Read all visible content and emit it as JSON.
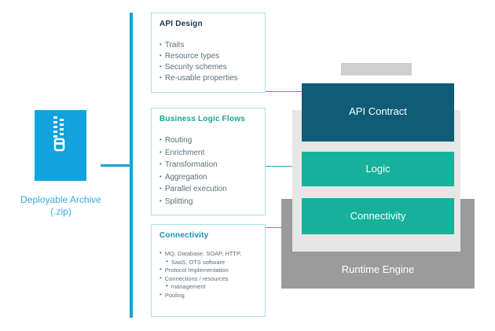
{
  "archive": {
    "label_line1": "Deployable Archive",
    "label_line2": "(.zip)",
    "icon": "zip-file-icon"
  },
  "info_boxes": {
    "api_design": {
      "title": "API Design",
      "items": [
        "Traits",
        "Resource types",
        "Security schemes",
        "Re-usable properties"
      ]
    },
    "business_logic": {
      "title": "Business Logic Flows",
      "items": [
        "Routing",
        "Enrichment",
        "Transformation",
        "Aggregation",
        "Parallel execution",
        "Splitting"
      ]
    },
    "connectivity": {
      "title": "Connectivity",
      "items": [
        "MQ, Database, SOAP, HTTP,",
        "SaaS, OTS software",
        "Protocol Implementation",
        "Connections / resources",
        "management",
        "Pooling"
      ]
    }
  },
  "stack": {
    "api_contract": "API Contract",
    "logic": "Logic",
    "connectivity": "Connectivity",
    "runtime_engine": "Runtime Engine"
  },
  "colors": {
    "archive_blue": "#12a2de",
    "api_contract": "#0e5c76",
    "teal": "#16b19b",
    "runtime_grey": "#9b9b9b"
  }
}
